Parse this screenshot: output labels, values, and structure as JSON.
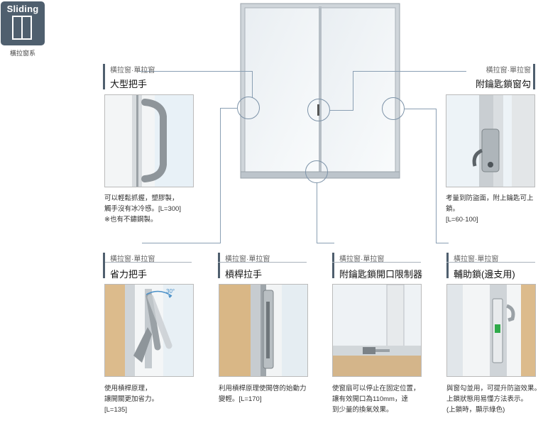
{
  "badge": {
    "title": "Sliding",
    "caption": "橫拉窗系"
  },
  "features": [
    {
      "category": "橫拉窗·單拉窗",
      "title": "大型把手",
      "description": "可以輕鬆抓握，塑膠製，\n觸手沒有冰冷感。[L=300]\n※也有不鏽鋼製。"
    },
    {
      "category": "橫拉窗·單拉窗",
      "title": "附鑰匙鎖窗勾",
      "description": "考量到防盜面，附上鑰匙可上鎖。\n[L=60·100]"
    },
    {
      "category": "橫拉窗·單拉窗",
      "title": "省力把手",
      "description": "使用槓桿原理，\n讓開關更加省力。\n[L=135]",
      "angle_label": "30°"
    },
    {
      "category": "橫拉窗·單拉窗",
      "title": "槓桿拉手",
      "description": "利用槓桿原理使開啓的始動力\n變輕。[L=170]"
    },
    {
      "category": "橫拉窗·單拉窗",
      "title": "附鑰匙鎖開口限制器",
      "description": "使窗扇可以停止在固定位置，\n讓有效開口為110mm，達\n到少量的換氣效果。"
    },
    {
      "category": "橫拉窗·單拉窗",
      "title": "輔助鎖(邊支用)",
      "description": "與窗勾並用，可提升防盜效果。\n上鎖狀態用易懂方法表示。\n(上鎖時，顯示綠色)"
    }
  ]
}
